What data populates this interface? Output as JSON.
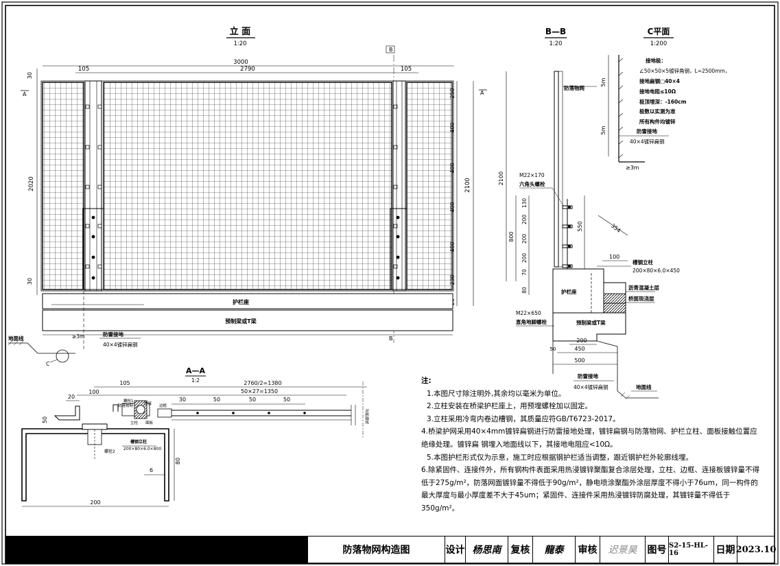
{
  "views": {
    "elevation": {
      "title": "立 面",
      "scale": "1:20"
    },
    "bb": {
      "title": "B—B",
      "scale": "1:20"
    },
    "cplan": {
      "title": "C平面",
      "scale": "1:200"
    },
    "aa": {
      "title": "A—A",
      "scale": "1:2"
    }
  },
  "section_marks": {
    "a": "A",
    "b": "B",
    "c": "C"
  },
  "elevation_dims": {
    "total": "3000",
    "inner": "2790",
    "left_post": "105",
    "right_post": "105",
    "height": "2020",
    "total_height": "2100",
    "top": "30",
    "bottom": "30",
    "right_dims": [
      "250",
      "400",
      "400",
      "400",
      "400",
      "230",
      "20"
    ]
  },
  "elevation_labels": {
    "curb": "护栏座",
    "beam": "预制梁或T梁",
    "ground": "地面线",
    "lightning": "防雷接地",
    "flat_steel": "40×4镀锌扁钢",
    "dim_3m": "≥3m"
  },
  "bb_labels": {
    "net": "防落物网",
    "bolt": "M22×170",
    "bolt_type": "六角头螺栓",
    "anchor": "M22×650",
    "anchor_type": "直角地脚螺栓",
    "curb": "护栏座",
    "beam": "预制梁或T梁",
    "post": "槽钢立柱",
    "post_spec": "200×80×6.0×450",
    "asphalt": "沥青混凝土层",
    "pavement": "桥面现浇层",
    "ground": "地面线",
    "lightning": "防雷接地",
    "flat_steel": "40×4镀锌扁钢"
  },
  "bb_dims": {
    "h2100": "2100",
    "h800": "800",
    "d130": "130",
    "d200a": "200",
    "d200b": "200",
    "d200c": "200",
    "d70": "70",
    "d80": "80",
    "d550": "550",
    "d354": "354",
    "d100": "100",
    "w200": "200",
    "w450": "450",
    "w500": "500",
    "w50": "50"
  },
  "cplan_notes": {
    "title": "接地极：",
    "lines": [
      "∠50×50×5镀锌角钢，L=2500mm，",
      "接地扁钢□40×4",
      "接地电阻≤10Ω",
      "极顶埋深：-160cm",
      "极数以实测为准",
      "所有构件均镀锌"
    ],
    "lightning": "防雷接地",
    "flat_steel": "40×4镀锌扁钢",
    "dim_5m_a": "5m",
    "dim_5m_b": "5m",
    "dim_3m": "≥3m"
  },
  "aa_dims": {
    "d105": "105",
    "d100": "100",
    "d20": "20",
    "d50": "50",
    "half": "2760/2=1380",
    "mesh": "50×27=1350",
    "d30": "30",
    "g1": "50",
    "g2": "50",
    "g3": "50",
    "d80": "80",
    "d6": "6",
    "w200": "200"
  },
  "aa_labels": {
    "bolt1": "螺栓1",
    "bolt2": "螺栓2",
    "post": "槽钢立柱",
    "post_spec": "200×80×6.0×800",
    "l1": "焊接",
    "l2": "防落物网",
    "l3": "边框",
    "l4": "立柱",
    "l5": "面板",
    "right": "对称轴线"
  },
  "notes_title": "注:",
  "notes": [
    "1.本图尺寸除注明外,其余均以毫米为单位。",
    "2.立柱安装在桥梁护栏座上，用预埋螺栓加以固定。",
    "3.立柱采用冷弯内卷边槽钢，其质量应符GB/T6723-2017。",
    "4.桥梁护网采用40×4mm镀锌扁钢进行防雷接地处理，镀锌扁钢与防落物网、护栏立柱、面板接触位置应绝缘处理。镀锌扁 钢埋入地面线以下，其接地电阻应<10Ω。",
    "5.本图护栏形式仅为示意，施工时应根据钢护栏适当调整，跟近钢护栏外轮廓线埋。",
    "6.除紧固件、连接件外，所有钢构件表面采用热浸镀锌聚酯复合涂层处理，立柱、边框、连接板镀锌量不得低于275g/m²，防落网面镀锌量不得低于90g/m²，静电喷涂聚酯外涂层厚度不得小于76um，同一构件的最大厚度与最小厚度差不大于45um；紧固件、连接件采用热浸镀锌防腐处理，其镀锌量不得低于350g/m²。"
  ],
  "title_block": {
    "drawing_name": "防落物网构造图",
    "design": "设计",
    "design_sign": "杨思南",
    "review": "复核",
    "review_sign": "龍泰",
    "approve": "审核",
    "approve_sign": "迟景昊",
    "drawing_no_label": "图号",
    "drawing_no": "S2-15-HL-16",
    "date_label": "日期",
    "date": "2023.10"
  }
}
